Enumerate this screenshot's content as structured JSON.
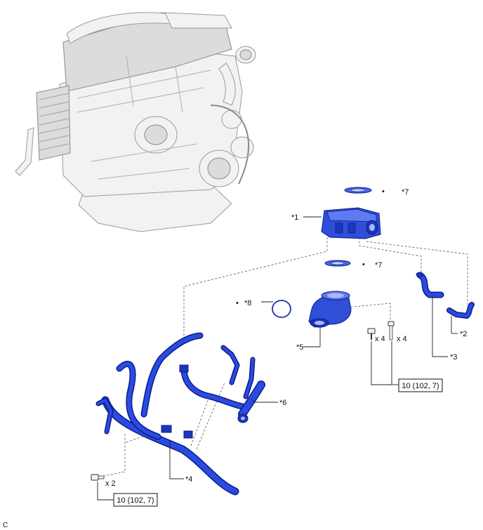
{
  "callouts": {
    "c1": "*1",
    "c2": "*2",
    "c3": "*3",
    "c4": "*4",
    "c5": "*5",
    "c6": "*6",
    "c7a": "*7",
    "c7b": "*7",
    "c8": "*8"
  },
  "symbols": {
    "bullet": "•"
  },
  "quantities": {
    "x4_left": "x 4",
    "x4_right": "x 4",
    "x2": "x 2"
  },
  "torque": {
    "upper": "10 (102, 7)",
    "lower": "10 (102, 7)"
  },
  "corner_mark": "C",
  "colors": {
    "part_blue": "#2f4fd8",
    "part_outline": "#0a1a8a",
    "engine_grey": "#f2f2f2"
  }
}
